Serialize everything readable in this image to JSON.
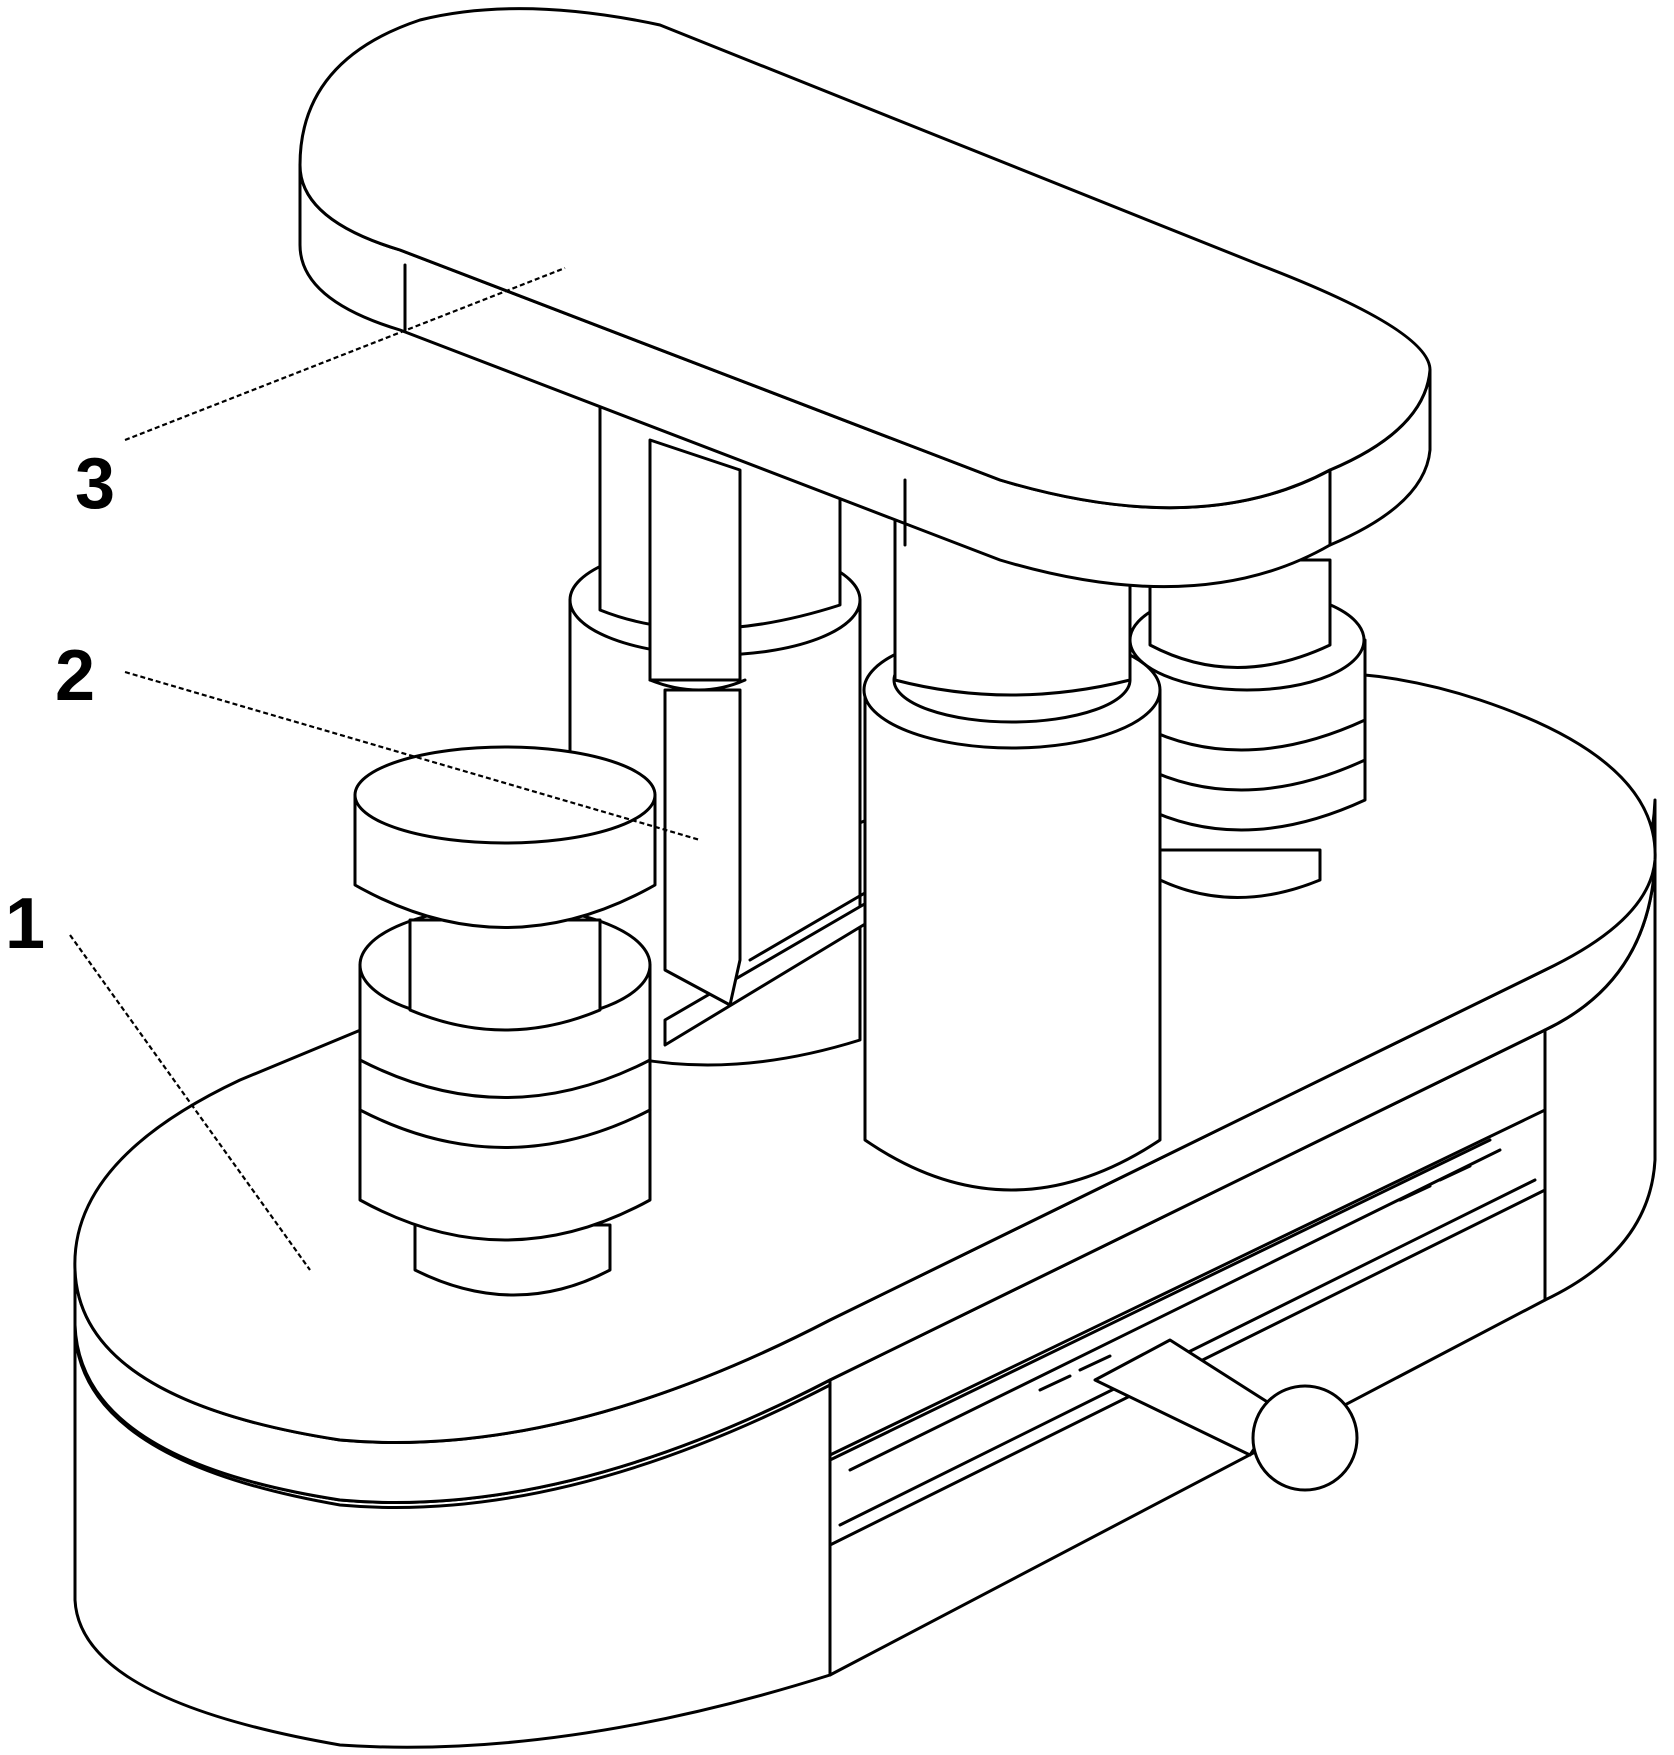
{
  "labels": [
    {
      "id": "1",
      "text": "1"
    },
    {
      "id": "2",
      "text": "2"
    },
    {
      "id": "3",
      "text": "3"
    }
  ]
}
